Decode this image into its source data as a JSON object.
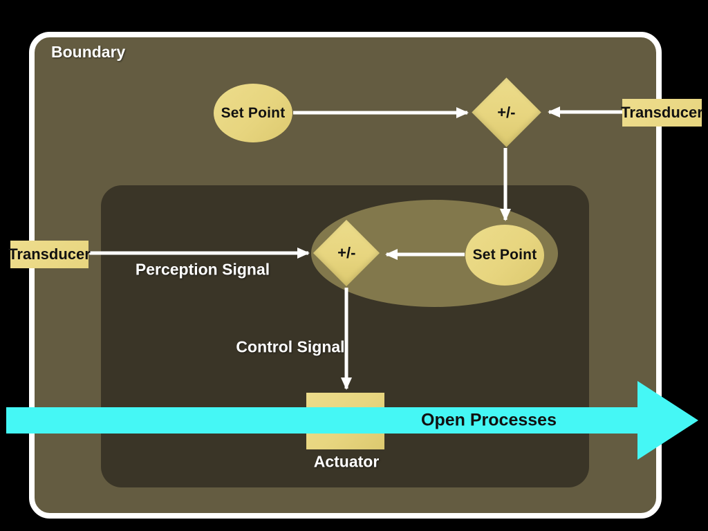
{
  "boundary": {
    "label": "Boundary"
  },
  "outer_loop": {
    "set_point": "Set Point",
    "comparator": "+/-",
    "transducer": "Transducer"
  },
  "inner_loop": {
    "transducer": "Transducer",
    "perception_signal": "Perception Signal",
    "comparator": "+/-",
    "set_point": "Set Point",
    "control_signal": "Control Signal",
    "actuator": "Actuator"
  },
  "open_processes": {
    "label": "Open Processes"
  },
  "colors": {
    "background": "#000000",
    "boundary-fill": "#645c41",
    "boundary-border": "#ffffff",
    "inner-fill": "#3a3527",
    "node-fill": "#e7d57f",
    "glow-fill": "rgba(231,214,128,0.42)",
    "open-arrow": "#45f7f5",
    "arrow-white": "#ffffff",
    "text-dark": "#111111",
    "text-light": "#ffffff"
  }
}
